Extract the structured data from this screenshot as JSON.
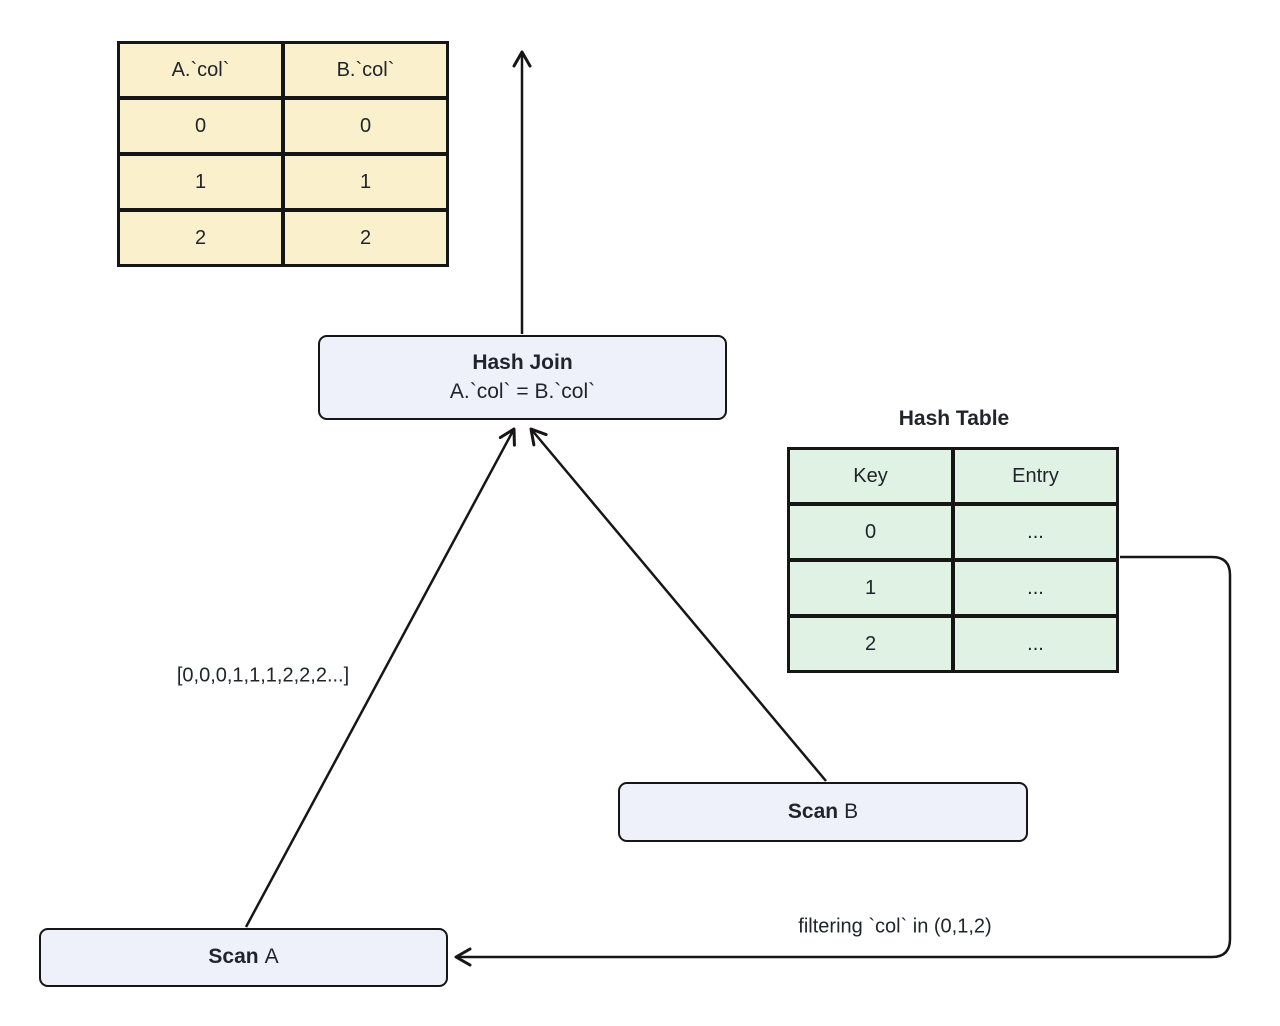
{
  "diagram": {
    "result_table": {
      "headers": [
        "A.`col`",
        "B.`col`"
      ],
      "rows": [
        [
          "0",
          "0"
        ],
        [
          "1",
          "1"
        ],
        [
          "2",
          "2"
        ]
      ]
    },
    "hash_table": {
      "title": "Hash Table",
      "headers": [
        "Key",
        "Entry"
      ],
      "rows": [
        [
          "0",
          "..."
        ],
        [
          "1",
          "..."
        ],
        [
          "2",
          "..."
        ]
      ]
    },
    "nodes": {
      "hash_join": {
        "title": "Hash Join",
        "condition": "A.`col` = B.`col`"
      },
      "scan_a": {
        "op": "Scan",
        "target": "A"
      },
      "scan_b": {
        "op": "Scan",
        "target": "B"
      }
    },
    "edge_labels": {
      "build_values": "[0,0,0,1,1,1,2,2,2...]",
      "filter": "filtering `col` in (0,1,2)"
    },
    "colors": {
      "result_table_fill": "#FBF0CC",
      "hash_table_fill": "#E0F2E3",
      "node_fill": "#EEF1FA",
      "line": "#161616",
      "text": "#20242c"
    }
  }
}
